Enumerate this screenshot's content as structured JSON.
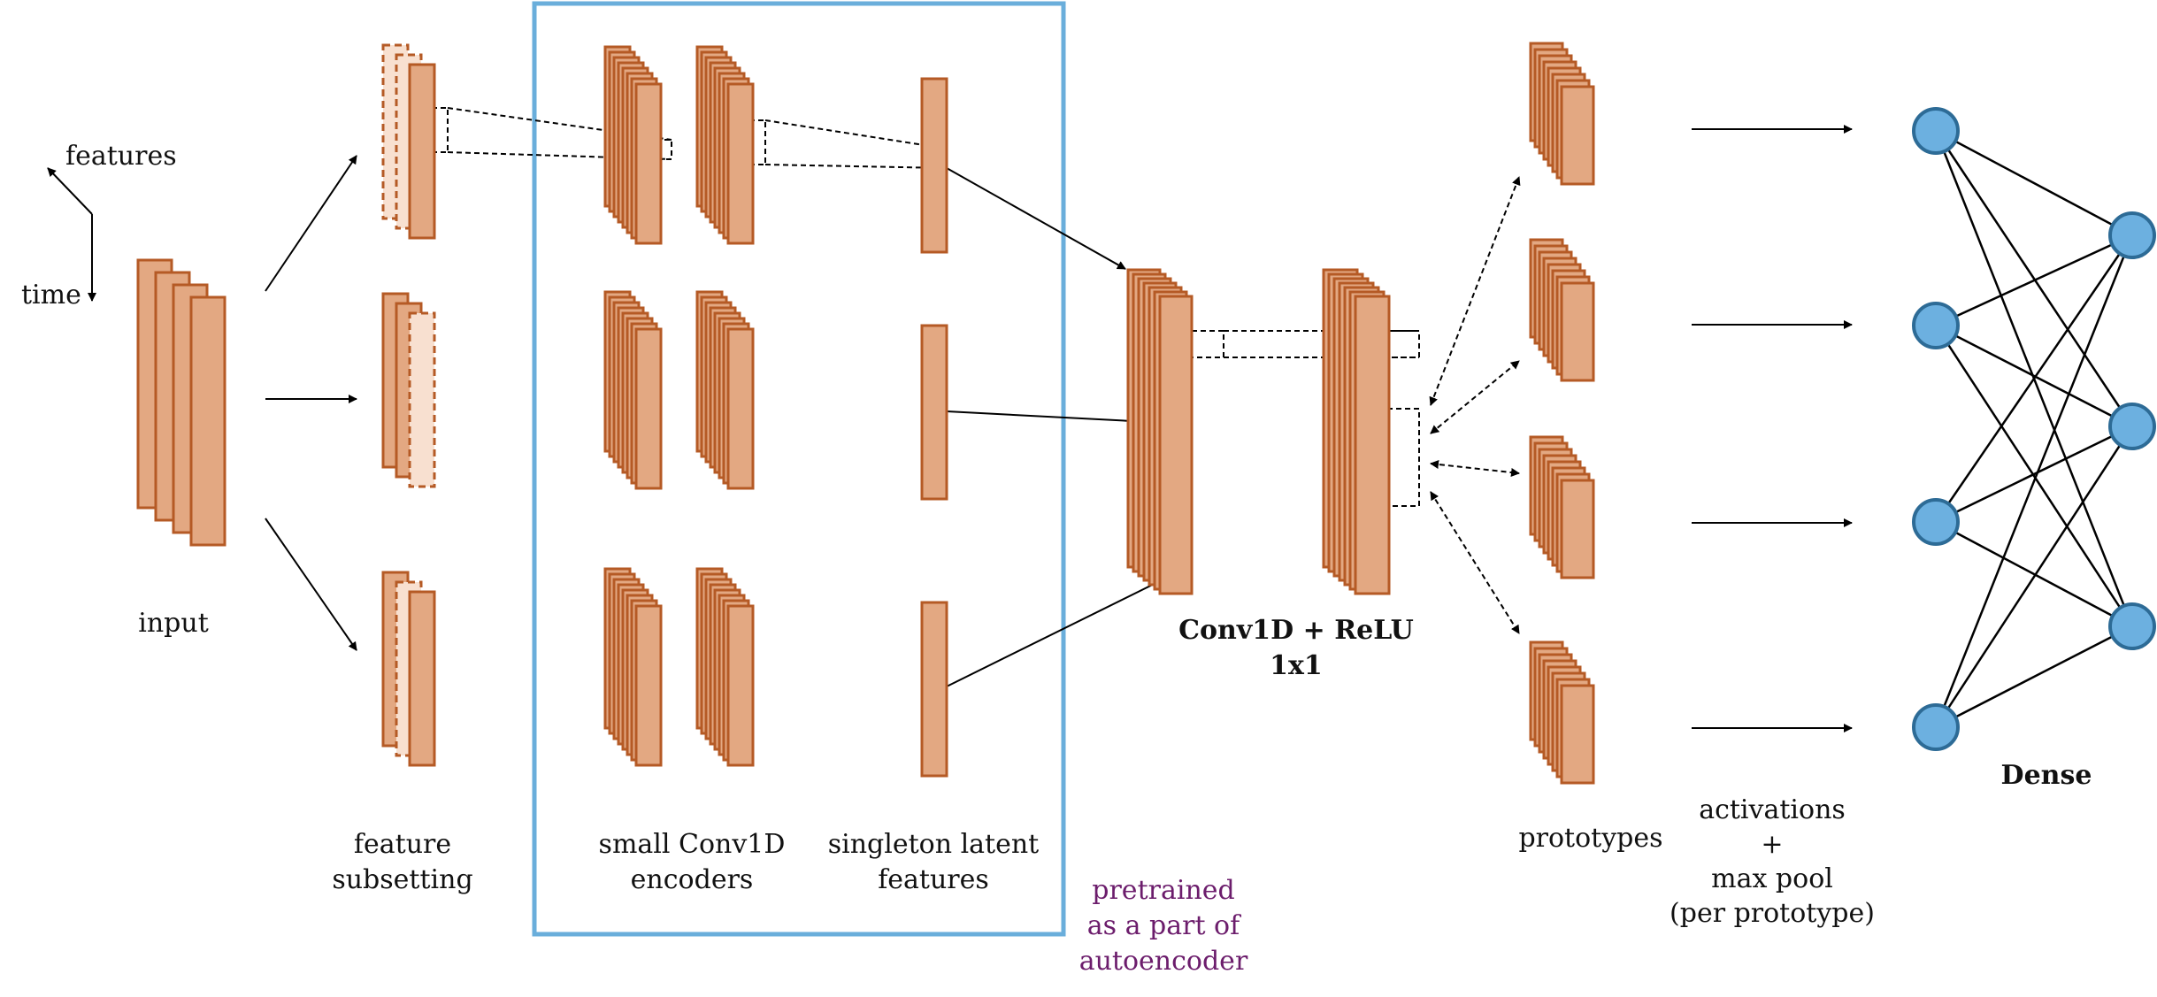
{
  "colors": {
    "fill": "#e3a882",
    "fill_light": "#f8e0d0",
    "stroke": "#b55a25",
    "neuron_fill": "#6cb0e0",
    "neuron_stroke": "#2d6b96",
    "box": "#6aaedb",
    "pretrained_text": "#6c1d6c"
  },
  "axes": {
    "features": "features",
    "time": "time"
  },
  "labels": {
    "input": "input",
    "feature_subsetting": [
      "feature",
      "subsetting"
    ],
    "encoders": [
      "small Conv1D",
      "encoders"
    ],
    "latent": [
      "singleton latent",
      "features"
    ],
    "pretrained": [
      "pretrained",
      "as a part of",
      "autoencoder"
    ],
    "conv": [
      "Conv1D + ReLU",
      "1x1"
    ],
    "prototypes": "prototypes",
    "activations": [
      "activations",
      "+",
      "max pool",
      "(per prototype)"
    ],
    "dense": "Dense"
  }
}
